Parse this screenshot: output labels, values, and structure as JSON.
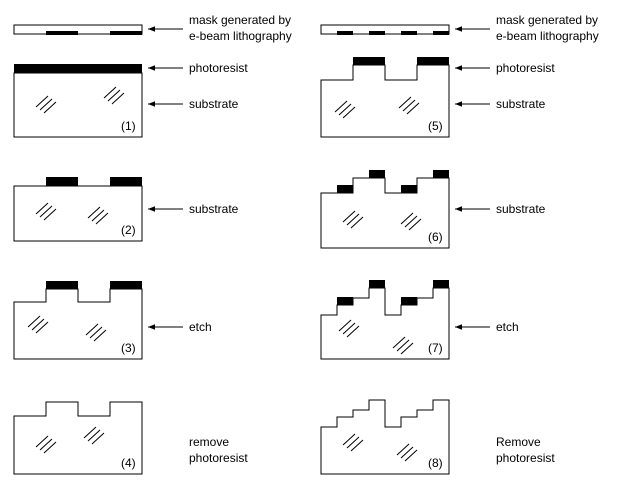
{
  "left_column": {
    "labels": {
      "mask": [
        "mask generated by",
        "e-beam lithography"
      ],
      "photoresist": "photoresist",
      "substrate_1": "substrate",
      "substrate_2": "substrate",
      "etch": "etch",
      "remove": [
        "remove",
        "photoresist"
      ]
    },
    "steps": [
      "(1)",
      "(2)",
      "(3)",
      "(4)"
    ]
  },
  "right_column": {
    "labels": {
      "mask": [
        "mask generated by",
        "e-beam lithography"
      ],
      "photoresist": "photoresist",
      "substrate_1": "substrate",
      "substrate_2": "substrate",
      "etch": "etch",
      "remove": [
        "Remove",
        "photoresist"
      ]
    },
    "steps": [
      "(5)",
      "(6)",
      "(7)",
      "(8)"
    ]
  }
}
